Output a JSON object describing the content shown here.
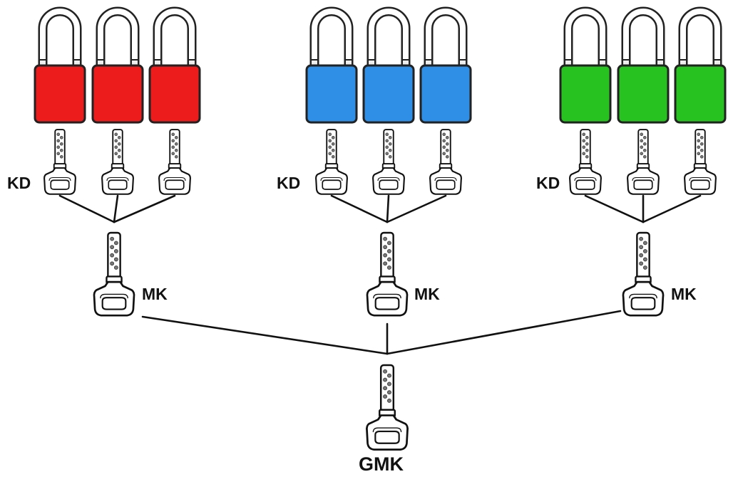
{
  "diagram": {
    "groups": [
      {
        "lock_color": "#ec1c1c",
        "kd_label": "KD",
        "mk_label": "MK",
        "lock_count": 3
      },
      {
        "lock_color": "#2f8fe6",
        "kd_label": "KD",
        "mk_label": "MK",
        "lock_count": 3
      },
      {
        "lock_color": "#27c21f",
        "kd_label": "KD",
        "mk_label": "MK",
        "lock_count": 3
      }
    ],
    "gmk_label": "GMK",
    "line_color": "#111111",
    "icons": {
      "lock": "padlock-icon",
      "key": "key-icon"
    }
  }
}
